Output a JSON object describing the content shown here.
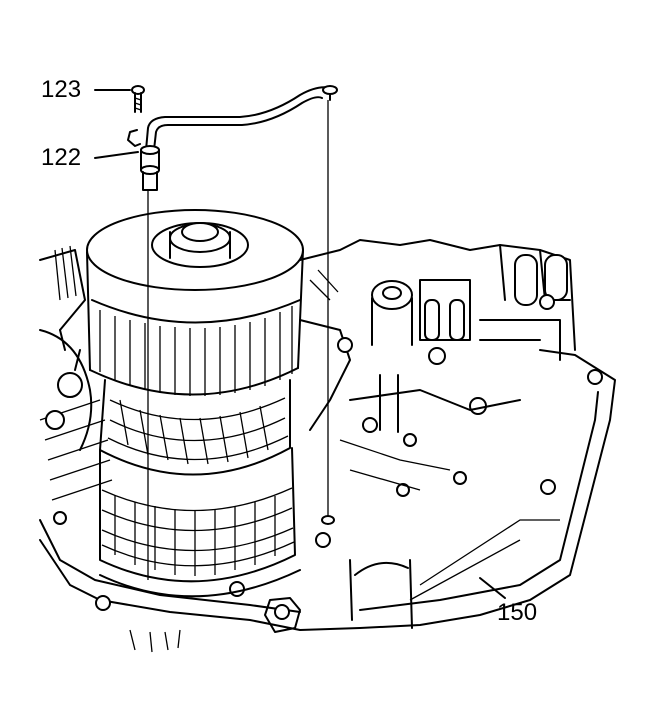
{
  "diagram": {
    "callouts": [
      {
        "id": "123",
        "label": "123"
      },
      {
        "id": "122",
        "label": "122"
      },
      {
        "id": "150",
        "label": "150"
      }
    ],
    "stroke_color": "#000000",
    "background_color": "#ffffff"
  }
}
